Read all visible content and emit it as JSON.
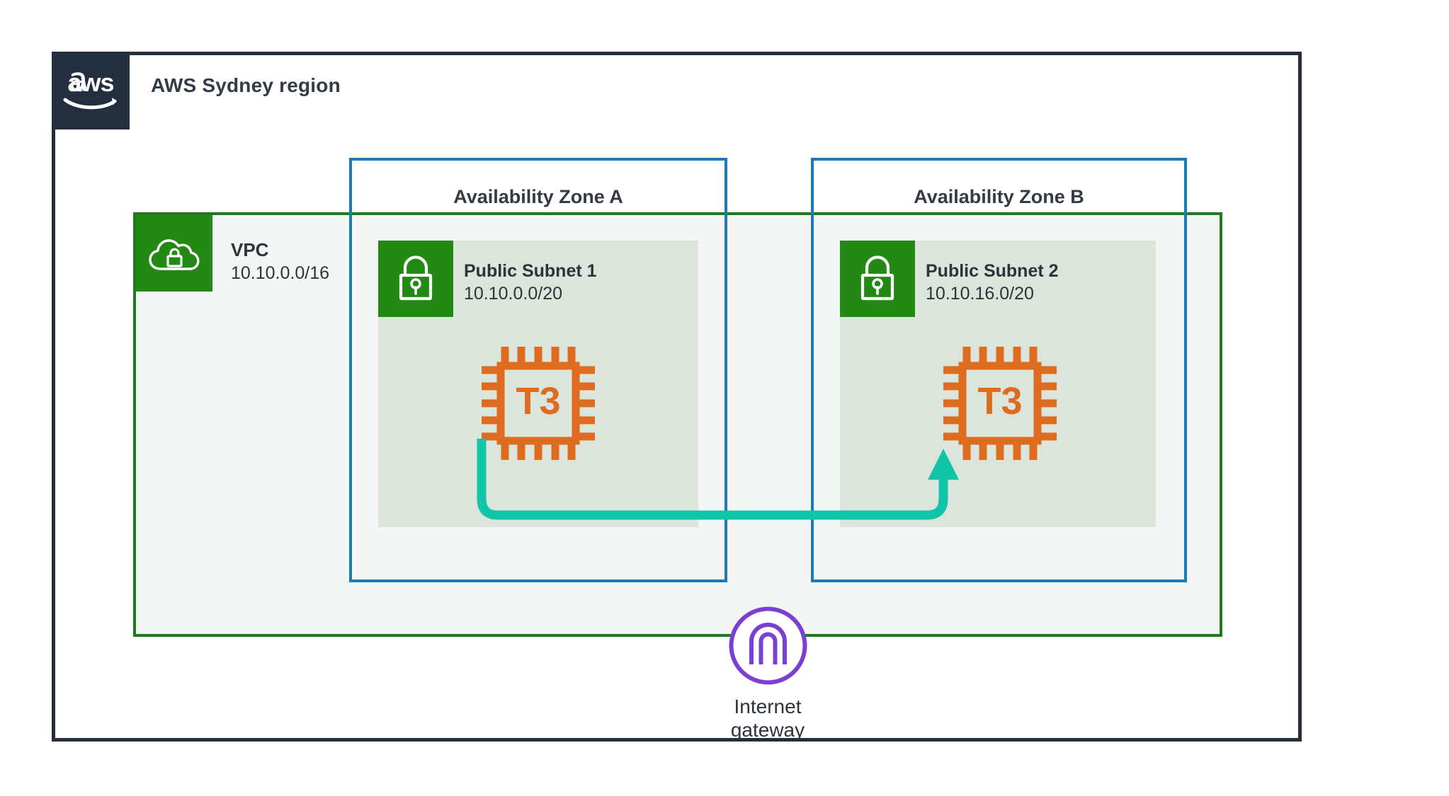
{
  "diagram": {
    "type": "aws-architecture-diagram",
    "region": {
      "title": "AWS Sydney region",
      "logo_icon": "aws-logo-icon",
      "border_color": "#232f3e",
      "logo_bg_color": "#232f3e"
    },
    "vpc": {
      "icon": "vpc-cloud-lock-icon",
      "name": "VPC",
      "cidr": "10.10.0.0/16",
      "border_color": "#1f7a1f",
      "fill_color": "#f4f5f5",
      "badge_color": "#248814"
    },
    "availability_zones": [
      {
        "label": "Availability Zone A",
        "border_color": "#1a7bb9",
        "subnet": {
          "icon": "padlock-icon",
          "name": "Public Subnet 1",
          "cidr": "10.10.0.0/20",
          "fill_color": "#dce5db",
          "badge_color": "#248814",
          "instance": {
            "icon": "ec2-chip-icon",
            "label": "T3",
            "color": "#dd6b20"
          }
        }
      },
      {
        "label": "Availability Zone B",
        "border_color": "#1a7bb9",
        "subnet": {
          "icon": "padlock-icon",
          "name": "Public Subnet 2",
          "cidr": "10.10.16.0/20",
          "fill_color": "#dce5db",
          "badge_color": "#248814",
          "instance": {
            "icon": "ec2-chip-icon",
            "label": "T3",
            "color": "#dd6b20"
          }
        }
      }
    ],
    "internet_gateway": {
      "icon": "internet-gateway-icon",
      "label_line1": "Internet",
      "label_line2": "gateway",
      "color": "#7b3fd4"
    },
    "connection": {
      "from": "Public Subnet 1 T3 instance",
      "to": "Public Subnet 2 T3 instance",
      "color": "#11c5a8",
      "arrow": "single-ended-up"
    }
  }
}
